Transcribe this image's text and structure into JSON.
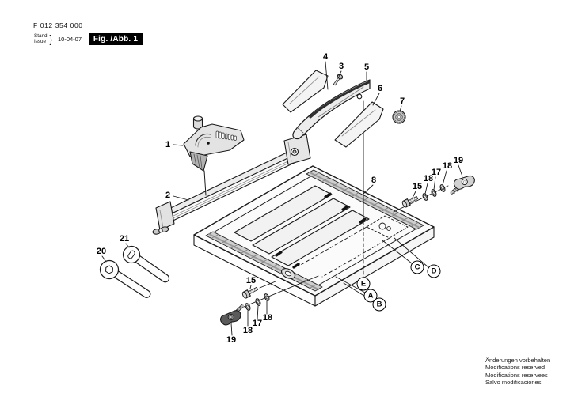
{
  "header": {
    "part_number": "F 012 354 000",
    "stand_label": "Stand",
    "issue_label": "Issue",
    "brace": "}",
    "date": "10-04-07",
    "figure_label": "Fig. /Abb. 1"
  },
  "callouts": {
    "n1": "1",
    "n2": "2",
    "n3": "3",
    "n4": "4",
    "n5": "5",
    "n6": "6",
    "n7": "7",
    "n8": "8",
    "n15": "15",
    "n17": "17",
    "n18": "18",
    "n19": "19",
    "n20": "20",
    "n21": "21"
  },
  "reference_letters": {
    "a": "A",
    "b": "B",
    "c": "C",
    "d": "D",
    "e": "E"
  },
  "footer": {
    "lines": [
      "Änderungen vorbehalten",
      "Modifications reserved",
      "Modifications reservees",
      "Salvo modificaciones"
    ]
  },
  "colors": {
    "line": "#1a1a1a",
    "fig_box_bg": "#000000",
    "fig_box_text": "#ffffff",
    "shade": "#cfcfcf"
  }
}
